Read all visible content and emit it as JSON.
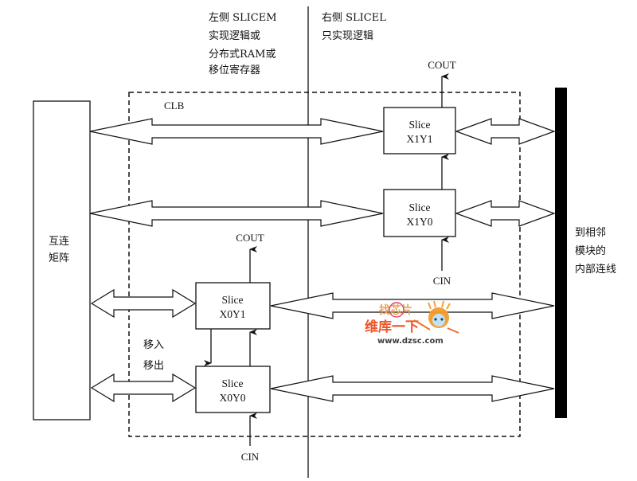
{
  "header": {
    "left_lines": [
      "左侧 SLICEM",
      "实现逻辑或",
      "分布式RAM或",
      "移位寄存器"
    ],
    "right_lines": [
      "右侧 SLICEL",
      "只实现逻辑"
    ]
  },
  "blocks": {
    "interconnect": {
      "lines": [
        "互连",
        "矩阵"
      ]
    },
    "clb_label": "CLB",
    "slices": [
      {
        "id": "x1y1",
        "title": "Slice",
        "coord": "X1Y1"
      },
      {
        "id": "x1y0",
        "title": "Slice",
        "coord": "X1Y0"
      },
      {
        "id": "x0y1",
        "title": "Slice",
        "coord": "X0Y1"
      },
      {
        "id": "x0y0",
        "title": "Slice",
        "coord": "X0Y0"
      }
    ]
  },
  "signals": {
    "cout_right": "COUT",
    "cin_right": "CIN",
    "cout_left": "COUT",
    "cin_left": "CIN",
    "shift_in": "移入",
    "shift_out": "移出"
  },
  "right_label": {
    "lines": [
      "到相邻",
      "模块的",
      "内部连线"
    ]
  },
  "watermark": {
    "top": "找芯片",
    "main": "维库一下",
    "url": "www.dzsc.com"
  },
  "colors": {
    "line": "#111111",
    "bus_bar": "#000000",
    "watermark": "#f04a1a"
  }
}
